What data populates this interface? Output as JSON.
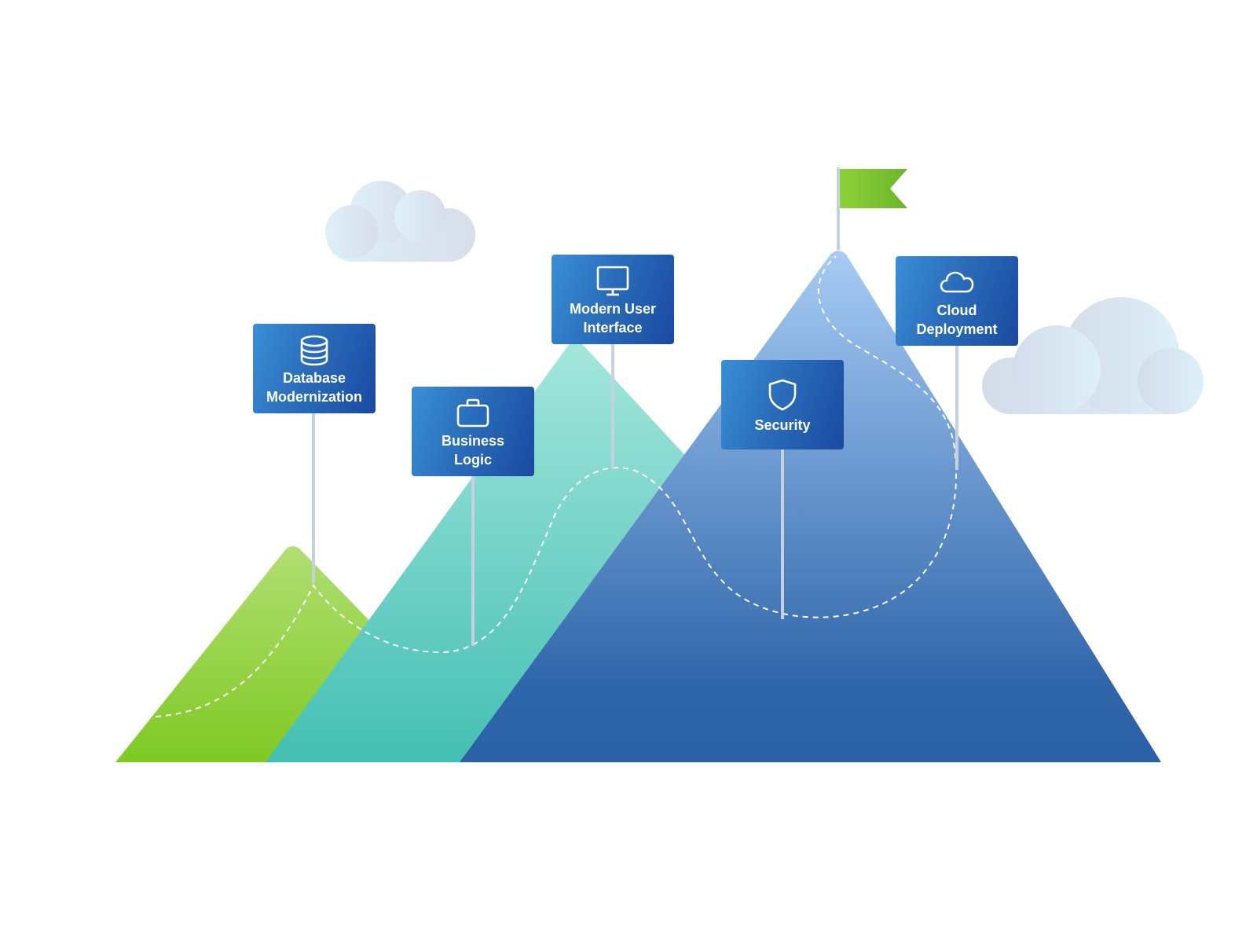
{
  "diagram": {
    "colors": {
      "green_mountain_top": "#b1df72",
      "green_mountain_bottom": "#7fc924",
      "teal_mountain_top": "#a4e6dc",
      "teal_mountain_bottom": "#44bfb3",
      "blue_mountain_top": "#a7cbf4",
      "blue_mountain_bottom": "#2a60a6",
      "sign_light": "#3a8fd6",
      "sign_dark": "#1a4aa0",
      "flag_light": "#8ed13a",
      "flag_dark": "#6cb52a",
      "pole": "#c5d0e0",
      "trail": "#ffffff"
    },
    "signs": [
      {
        "id": "database",
        "icon": "database-icon",
        "label": "Database\nModernization"
      },
      {
        "id": "business",
        "icon": "briefcase-icon",
        "label": "Business\nLogic"
      },
      {
        "id": "ui",
        "icon": "monitor-icon",
        "label": "Modern User\nInterface"
      },
      {
        "id": "security",
        "icon": "shield-icon",
        "label": "Security"
      },
      {
        "id": "cloud",
        "icon": "cloud-icon",
        "label": "Cloud\nDeployment"
      }
    ],
    "summit_flag": "flag-icon"
  }
}
